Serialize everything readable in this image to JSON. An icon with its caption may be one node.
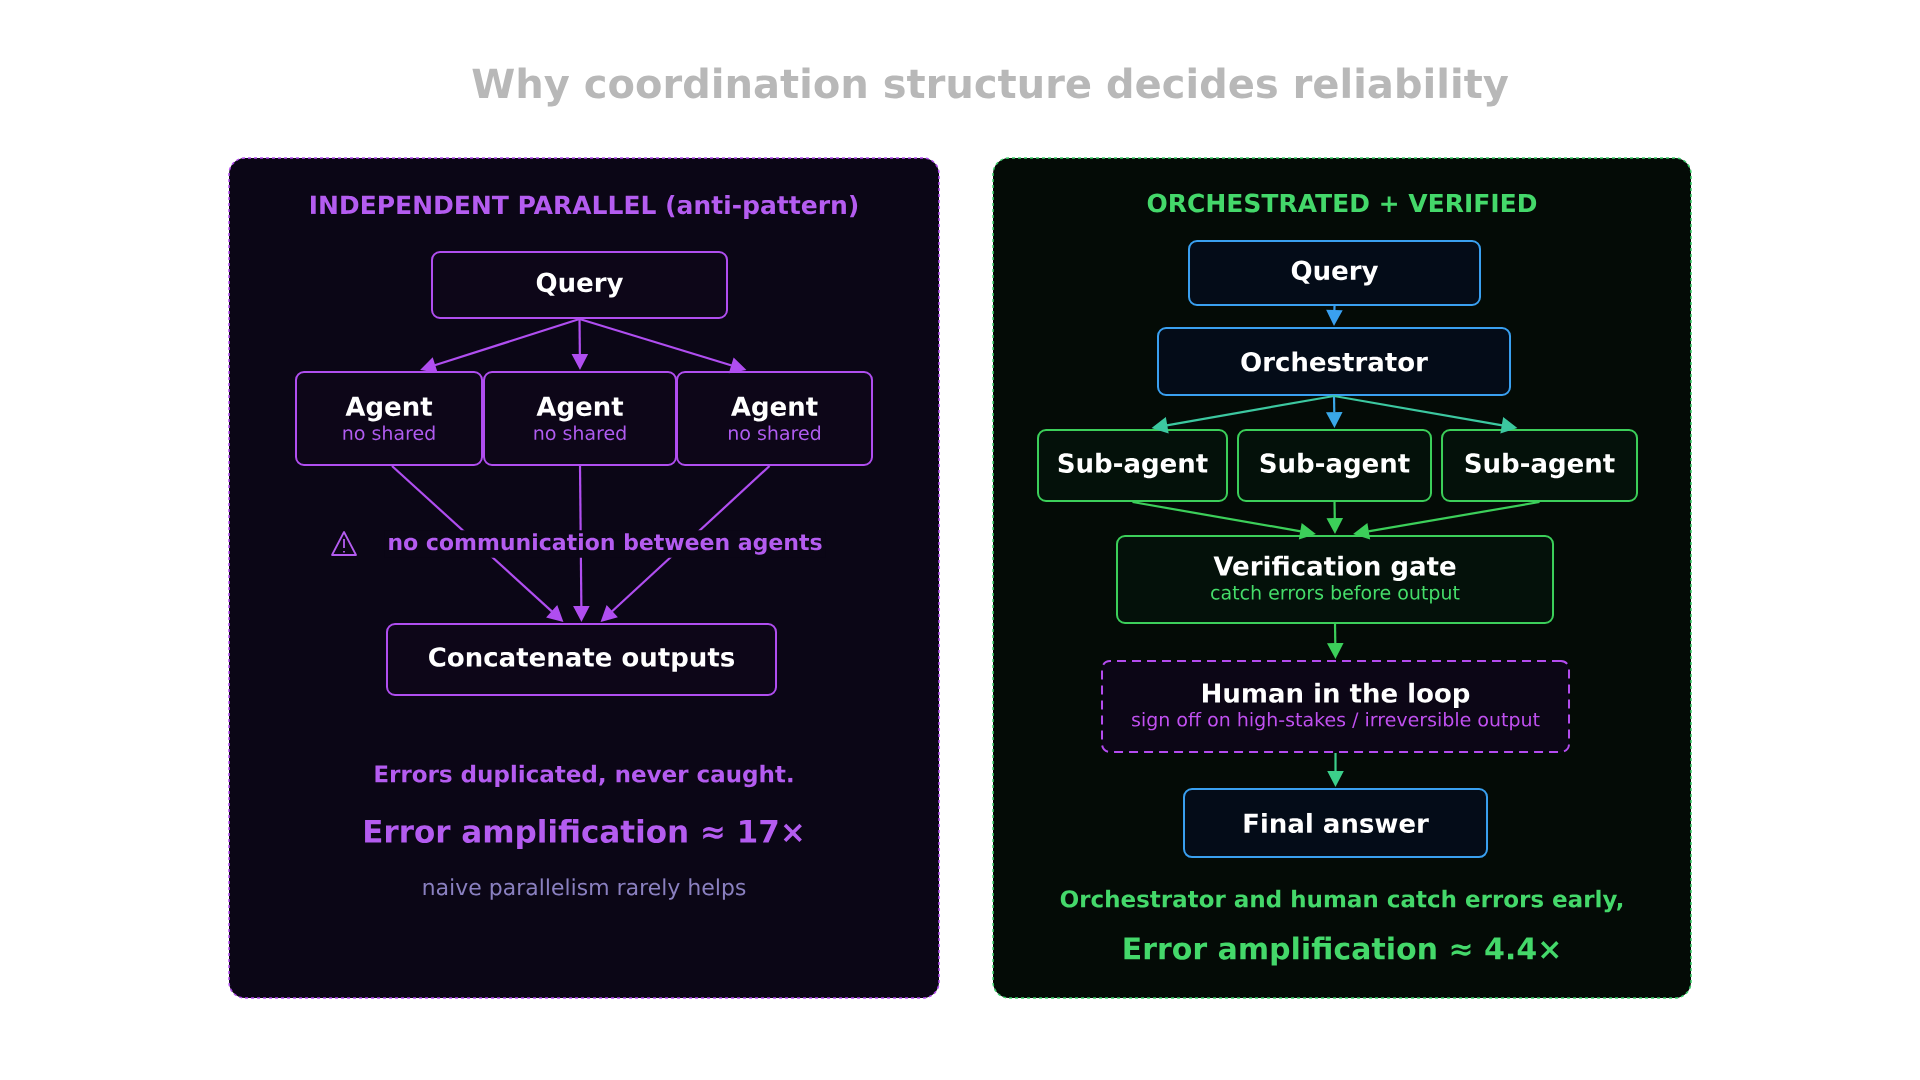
{
  "diagram": {
    "title": "Why coordination structure decides reliability",
    "nodes": [
      {
        "text": [
          "INDEPENDENT PARALLEL (anti-pattern)",
          "Errors duplicated, never caught.",
          "Error amplification ≈ 17×",
          "naive parallelism rarely helps"
        ]
      },
      {
        "text": [
          "Query"
        ],
        "in": 0
      },
      {
        "text": [
          "Agent",
          "no shared"
        ],
        "in": 0
      },
      {
        "text": [
          "Agent",
          "no shared"
        ],
        "in": 0
      },
      {
        "text": [
          "Agent",
          "no shared"
        ],
        "in": 0
      },
      {
        "text": [
          "Concatenate outputs"
        ],
        "in": 0
      },
      {
        "text": [
          "ORCHESTRATED + VERIFIED",
          "Orchestrator and human catch errors early,",
          "Error amplification ≈ 4.4×"
        ]
      },
      {
        "text": [
          "Query"
        ],
        "in": 6
      },
      {
        "text": [
          "Orchestrator"
        ],
        "in": 6
      },
      {
        "text": [
          "Sub-agent"
        ],
        "in": 6
      },
      {
        "text": [
          "Sub-agent"
        ],
        "in": 6
      },
      {
        "text": [
          "Sub-agent"
        ],
        "in": 6
      },
      {
        "text": [
          "Verification gate",
          "catch errors before output"
        ],
        "in": 6
      },
      {
        "text": [
          "Human in the loop",
          "sign off on high-stakes / irreversible output"
        ],
        "in": 6
      },
      {
        "text": [
          "Final answer"
        ],
        "in": 6
      }
    ],
    "edges": [
      {
        "from": 1,
        "to": 2,
        "arrow": "to",
        "color": "#b04ef0"
      },
      {
        "from": 1,
        "to": 3,
        "arrow": "to",
        "color": "#b04ef0"
      },
      {
        "from": 1,
        "to": 4,
        "arrow": "to",
        "color": "#b04ef0"
      },
      {
        "from": 2,
        "to": 5,
        "arrow": "to",
        "color": "#b04ef0"
      },
      {
        "from": 3,
        "to": 5,
        "arrow": "to",
        "color": "#b04ef0"
      },
      {
        "from": 4,
        "to": 5,
        "arrow": "to",
        "color": "#b04ef0"
      },
      {
        "from": 7,
        "to": 8,
        "arrow": "to",
        "color": "#3aa0f0"
      },
      {
        "from": 8,
        "to": 9,
        "arrow": "to",
        "color": "#3cc8a0"
      },
      {
        "from": 8,
        "to": 10,
        "arrow": "to",
        "color": "#3aa8e8"
      },
      {
        "from": 8,
        "to": 11,
        "arrow": "to",
        "color": "#3cc8a0"
      },
      {
        "from": 9,
        "to": 12,
        "arrow": "to",
        "color": "#3ccf5a"
      },
      {
        "from": 10,
        "to": 12,
        "arrow": "to",
        "color": "#3ccf5a"
      },
      {
        "from": 11,
        "to": 12,
        "arrow": "to",
        "color": "#3ccf5a"
      },
      {
        "from": 12,
        "to": 13,
        "arrow": "to",
        "color": "#3ccf5a"
      },
      {
        "from": 13,
        "to": 14,
        "arrow": "to",
        "color": "#3ccf8a"
      }
    ],
    "labels": [
      "no communication between agents"
    ]
  }
}
